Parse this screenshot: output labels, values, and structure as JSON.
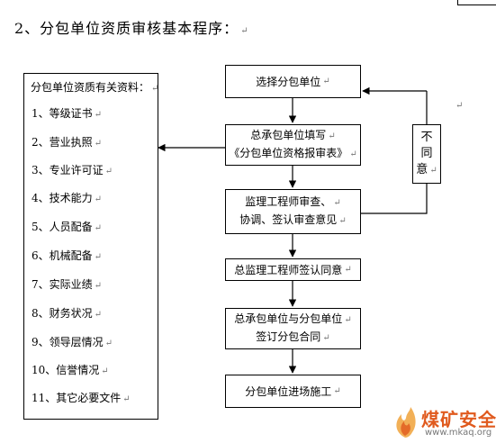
{
  "heading": "2、分包单位资质审核基本程序：",
  "paragraph_mark": "↵",
  "materials": {
    "title": "分包单位资质有关资料：",
    "items": [
      "1、等级证书",
      "2、营业执照",
      "3、专业许可证",
      "4、技术能力",
      "5、人员配备",
      "6、机械配备",
      "7、实际业绩",
      "8、财务状况",
      "9、领导层情况",
      "10、信誉情况",
      "11、其它必要文件"
    ]
  },
  "flow": {
    "step1": "选择分包单位",
    "step2_line1": "总承包单位填写",
    "step2_line2": "《分包单位资格报审表》",
    "step3_line1": "监理工程师审查、",
    "step3_line2": "协调、签认审查意见",
    "step4": "总监理工程师签认同意",
    "step5_line1": "总承包单位与分包单位",
    "step5_line2": "签订分包合同",
    "step6": "分包单位进场施工",
    "reject_1": "不",
    "reject_2": "同",
    "reject_3": "意"
  },
  "watermark": {
    "name": "煤矿安全网",
    "url": "www.mkaq.org"
  }
}
